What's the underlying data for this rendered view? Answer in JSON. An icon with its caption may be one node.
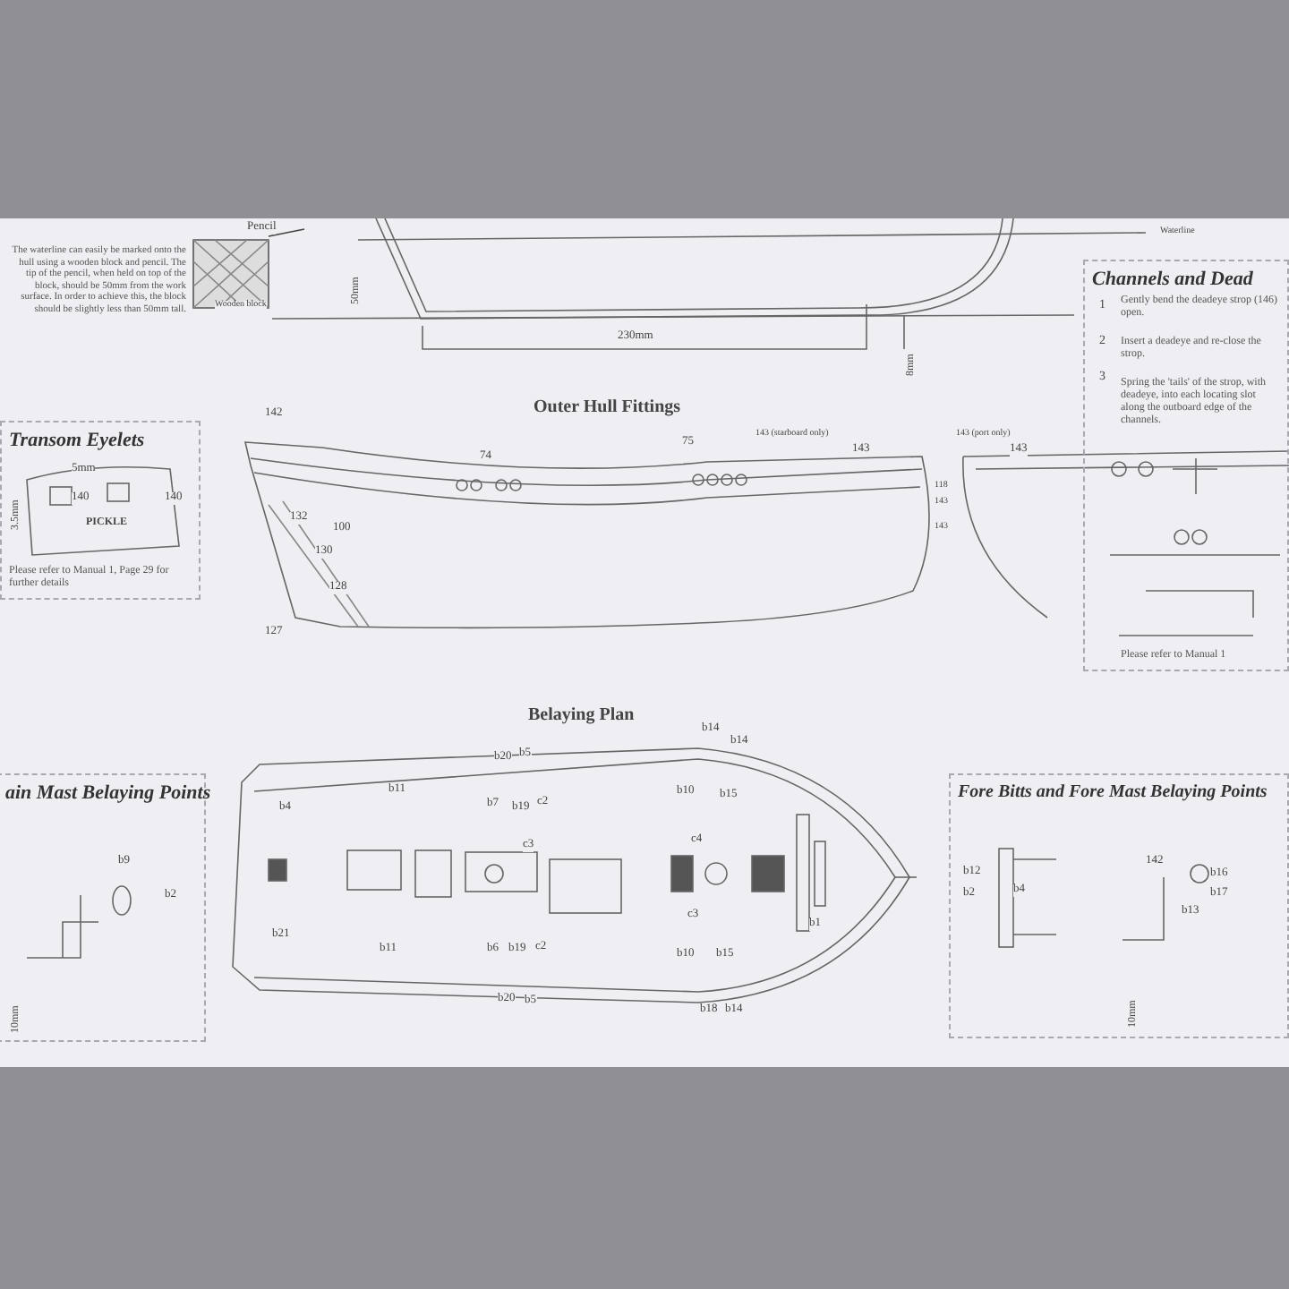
{
  "diagram": {
    "nodes": [
      {
        "text": [
          "Transom Eyelets",
          "Please refer to Manual 1, Page 29 for further details"
        ]
      },
      {
        "text": [
          "Channels and Dead",
          "Gently bend the deadeye strop (146) open.",
          "Insert a deadeye and re-close the strop.",
          "Spring the 'tails' of the strop, with deadeye, into each locating slot along the outboard edge of the channels.",
          "Please refer to Manual 1"
        ]
      },
      {
        "text": [
          "ain Mast Belaying Points"
        ]
      },
      {
        "text": [
          "Fore Bitts and Fore Mast Belaying Points"
        ]
      },
      {
        "text": [
          "The waterline can easily be marked onto the hull using a wooden block and pencil. The tip of the pencil, when held on top of the block, should be 50mm from the work surface. In order to achieve this, the block should be slightly less than 50mm tall."
        ]
      }
    ],
    "labels": [
      "Pencil",
      "Wooden block",
      "50mm",
      "Waterline",
      "230mm",
      "8mm",
      "Outer Hull Fittings",
      "142",
      "74",
      "75",
      "143 (starboard only)",
      "143",
      "143 (port only)",
      "143",
      "118",
      "143",
      "143",
      "132",
      "100",
      "130",
      "128",
      "127",
      "Belaying Plan",
      "b20",
      "b5",
      "b7",
      "b19",
      "c2",
      "b11",
      "b4",
      "b21",
      "b11",
      "b6",
      "b19",
      "c2",
      "b20",
      "b5",
      "b14",
      "b14",
      "b10",
      "b15",
      "b10",
      "b15",
      "b18",
      "b14",
      "c3",
      "c4",
      "b1",
      "c3",
      "b9",
      "b2",
      "10mm",
      "b12",
      "b2",
      "b4",
      "142",
      "b16",
      "b17",
      "b13",
      "10mm",
      "5mm",
      "140",
      "140",
      "3.5mm",
      "PICKLE",
      "1",
      "2",
      "3"
    ]
  }
}
